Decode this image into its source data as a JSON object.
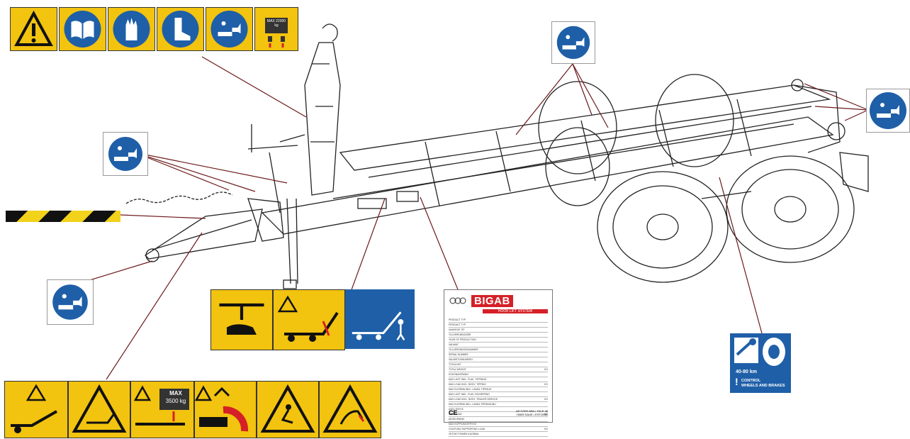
{
  "signs": {
    "top_strip": [
      "warning-icon",
      "read-manual-icon",
      "gloves-icon",
      "safety-boots-icon",
      "grease-gun-icon",
      "max-load-icon"
    ],
    "top_max_load": "MAX 22000 kg",
    "grease_labels": [
      "grease-gun-icon",
      "grease-gun-icon",
      "grease-gun-icon",
      "grease-gun-icon"
    ],
    "middle_strip": [
      "crush-hand-icon",
      "tipping-hazard-icon",
      "tipping-operation-icon"
    ],
    "bottom_strip": [
      "tipping-warning-icon",
      "crush-warning-icon",
      "max-load-icon",
      "crush-hazard-icon",
      "slip-hazard-icon",
      "fall-hazard-icon"
    ],
    "bottom_max_load_top": "MAX",
    "bottom_max_load_value": "3500 kg"
  },
  "plate": {
    "brand": "BIGAB",
    "subtitle": "HOOK LIFT SYSTEM",
    "rows": [
      [
        "PRODUCT TYP",
        ""
      ],
      [
        "PRODUKT TYP",
        ""
      ],
      [
        "HAKKEGE TIP",
        ""
      ],
      [
        "TILLVERKNINGSÅR",
        ""
      ],
      [
        "YEAR OF PRODUCTION",
        ""
      ],
      [
        "VALMIAT",
        ""
      ],
      [
        "TILLVERKNINGSNUMMER",
        ""
      ],
      [
        "SERIAL NUMBER",
        ""
      ],
      [
        "VALMISTUSNUMERO",
        ""
      ],
      [
        "TOTALVIKT",
        ""
      ],
      [
        "TOTAL WEIGHT",
        "KG"
      ],
      [
        "KOKONAISPAINO",
        ""
      ],
      [
        "MAX LAST INKL. FLAK, TIPPNING",
        ""
      ],
      [
        "MAX LOAD INCL. BODY, TIPPING",
        "KG"
      ],
      [
        "MAX KUORMA INKL. LAVAN, TIPPAUS",
        ""
      ],
      [
        "MAX LAST INKL. FLAK, BOGSERING",
        ""
      ],
      [
        "MAX LOAD INCL. BODY, TRAILER SERVICE",
        "KG"
      ],
      [
        "MAX KUORMA INKL. LAVAN, PERÄVAUNU",
        ""
      ],
      [
        "AXEL TRYCK",
        ""
      ],
      [
        "AXLE LOAD",
        "KG"
      ],
      [
        "AKSELIPAINO",
        ""
      ],
      [
        "MAX KOPPLINGSTRYCK",
        ""
      ],
      [
        "COUPLING SUPPORTING LOAD",
        "KG"
      ],
      [
        "VETOKYTKIMEN KUORMA",
        ""
      ]
    ],
    "ce": "CE",
    "address_line1": "AS FORS MW • TELE 38",
    "address_line2": "76505 SAUE • ESTONIA"
  },
  "wheels_sign": {
    "speed": "40-80 km",
    "line1": "CONTROL",
    "line2": "WHEELS AND BRAKES"
  }
}
